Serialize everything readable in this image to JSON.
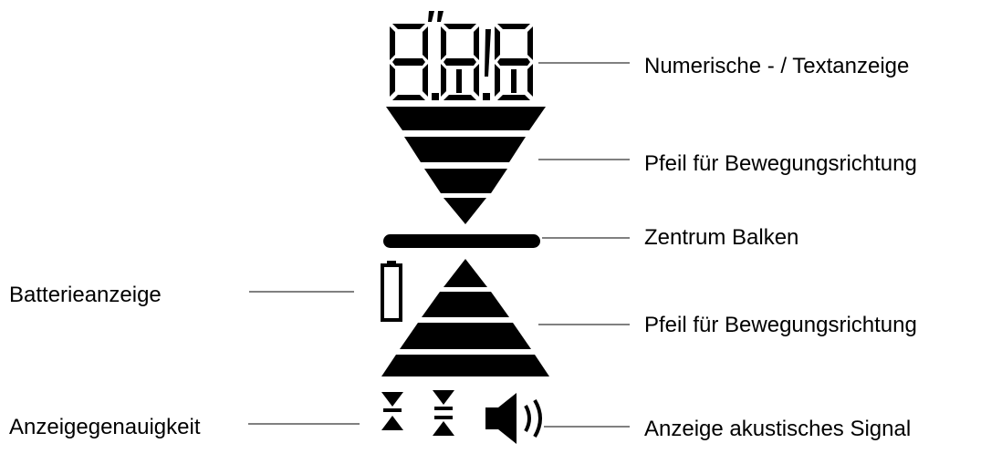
{
  "labels": {
    "numeric_display": "Numerische - / Textanzeige",
    "arrow_down": "Pfeil für Bewegungsrichtung",
    "center_bar": "Zentrum Balken",
    "battery": "Batterieanzeige",
    "arrow_up": "Pfeil für Bewegungsrichtung",
    "accuracy": "Anzeigegenauigkeit",
    "acoustic": "Anzeige akustisches Signal"
  },
  "display": {
    "digits": "8.8.8"
  },
  "icons": {
    "arrow_down": "down-triangle-arrow-icon",
    "arrow_up": "up-triangle-arrow-icon",
    "battery": "battery-icon",
    "accuracy_fine": "accuracy-fine-icon",
    "accuracy_coarse": "accuracy-coarse-icon",
    "speaker": "speaker-icon"
  },
  "colors": {
    "foreground": "#000000",
    "leader_line": "#808080",
    "background": "#ffffff"
  }
}
